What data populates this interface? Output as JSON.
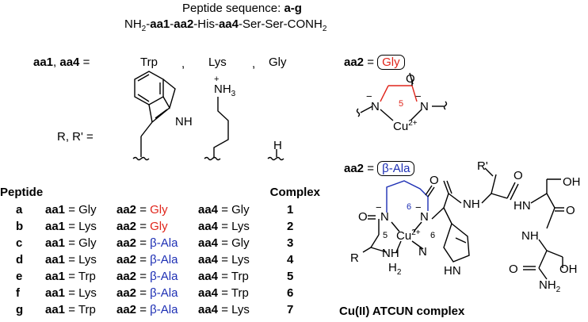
{
  "header": {
    "line1_prefix": "Peptide sequence: ",
    "line1_bold": "a-g",
    "seq": {
      "nh2": "NH",
      "sub2": "2",
      "dash": "-",
      "aa1": "aa1",
      "aa2": "aa2",
      "his": "-His-",
      "aa4": "aa4",
      "tail": "-Ser-Ser-CONH",
      "tail_sub": "2"
    }
  },
  "sidechains": {
    "label": "aa1",
    "label2": ", ",
    "label3": "aa4",
    "eq": " =",
    "trp": "Trp",
    "comma1": ",",
    "lys": "Lys",
    "comma2": ",",
    "gly": "Gly",
    "rr": "R, R' =",
    "nh": "NH",
    "nh3": "NH",
    "nh3_sub": "3",
    "plus": "+",
    "h": "H"
  },
  "gly_box": {
    "label": "aa2",
    "eq": " =",
    "value": "Gly",
    "o": "O",
    "ring": "5",
    "n": "N",
    "minus": "−",
    "cu": "Cu",
    "charge": "2+"
  },
  "bala_box": {
    "label": "aa2",
    "eq": " =",
    "value": "β-Ala",
    "o": "O",
    "n": "N",
    "nh": "NH",
    "hn": "HN",
    "oh": "OH",
    "nh2": "NH",
    "sub2": "2",
    "r": "R",
    "rprime": "R'",
    "cu": "Cu",
    "charge": "2+",
    "h2": "H",
    "minus": "−",
    "ring6a": "6",
    "ring6b": "6",
    "ring5": "5",
    "caption": "Cu(II) ATCUN complex"
  },
  "table": {
    "col_peptide": "Peptide",
    "col_complex": "Complex",
    "aa1_label": "aa1",
    "aa2_label": "aa2",
    "aa4_label": "aa4",
    "eq": " = ",
    "rows": [
      {
        "id": "a",
        "aa1": "Gly",
        "aa2": "Gly",
        "aa2_color": "red",
        "aa4": "Gly",
        "complex": "1"
      },
      {
        "id": "b",
        "aa1": "Lys",
        "aa2": "Gly",
        "aa2_color": "red",
        "aa4": "Lys",
        "complex": "2"
      },
      {
        "id": "c",
        "aa1": "Gly",
        "aa2": "β-Ala",
        "aa2_color": "blue",
        "aa4": "Gly",
        "complex": "3"
      },
      {
        "id": "d",
        "aa1": "Lys",
        "aa2": "β-Ala",
        "aa2_color": "blue",
        "aa4": "Lys",
        "complex": "4"
      },
      {
        "id": "e",
        "aa1": "Trp",
        "aa2": "β-Ala",
        "aa2_color": "blue",
        "aa4": "Trp",
        "complex": "5"
      },
      {
        "id": "f",
        "aa1": "Lys",
        "aa2": "β-Ala",
        "aa2_color": "blue",
        "aa4": "Trp",
        "complex": "6"
      },
      {
        "id": "g",
        "aa1": "Trp",
        "aa2": "β-Ala",
        "aa2_color": "blue",
        "aa4": "Lys",
        "complex": "7"
      }
    ]
  },
  "colors": {
    "red": "#e0251b",
    "blue": "#1d2fb4",
    "black": "#000000"
  }
}
